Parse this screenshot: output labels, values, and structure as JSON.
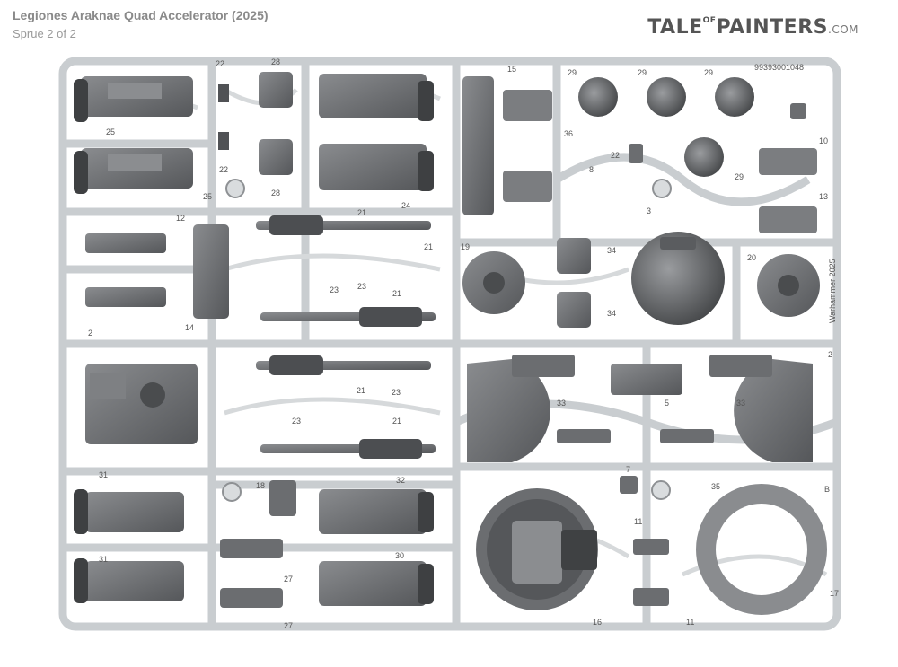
{
  "header": {
    "title": "Legiones Araknae Quad Accelerator (2025)",
    "subtitle": "Sprue 2 of 2"
  },
  "watermark": {
    "brand": "TALE",
    "connector": "OF",
    "brand2": "PAINTERS",
    "domain": ".COM"
  },
  "sprue": {
    "code": "99393001048",
    "copyright": "Warhammer 2025",
    "letter": "B",
    "part_numbers": [
      "22",
      "28",
      "25",
      "28",
      "22",
      "25",
      "24",
      "21",
      "12",
      "21",
      "23",
      "23",
      "21",
      "14",
      "2",
      "21",
      "23",
      "21",
      "23",
      "31",
      "18",
      "32",
      "30",
      "27",
      "27",
      "31",
      "15",
      "29",
      "29",
      "29",
      "10",
      "36",
      "22",
      "8",
      "3",
      "29",
      "13",
      "19",
      "34",
      "34",
      "20",
      "2",
      "33",
      "5",
      "33",
      "7",
      "35",
      "11",
      "16",
      "17",
      "11"
    ]
  },
  "colors": {
    "sprue_frame": "#c9cdd0",
    "part_gray": "#6e7073",
    "part_dark": "#4a4c4e",
    "background": "#ffffff"
  }
}
